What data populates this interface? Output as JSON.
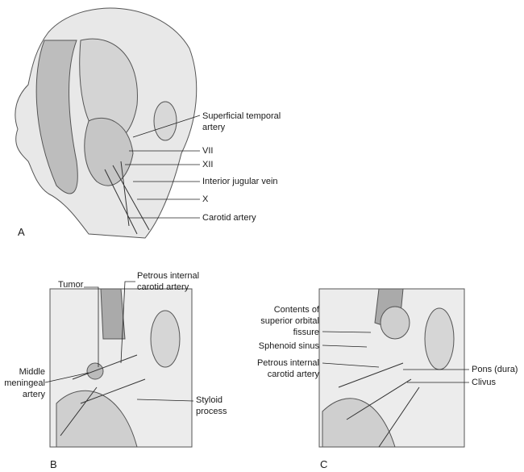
{
  "panels": {
    "a": {
      "letter": "A",
      "labels": {
        "sta_1": "Superficial temporal",
        "sta_2": "artery",
        "vii": "VII",
        "xii": "XII",
        "ijv": "Interior jugular vein",
        "x": "X",
        "carotid": "Carotid artery"
      }
    },
    "b": {
      "letter": "B",
      "labels": {
        "tumor": "Tumor",
        "pica_1": "Petrous internal",
        "pica_2": "carotid artery",
        "mma_1": "Middle",
        "mma_2": "meningeal",
        "mma_3": "artery",
        "styloid_1": "Styloid",
        "styloid_2": "process"
      }
    },
    "c": {
      "letter": "C",
      "labels": {
        "sof_1": "Contents of",
        "sof_2": "superior orbital",
        "sof_3": "fissure",
        "sphenoid": "Sphenoid sinus",
        "pica_1": "Petrous internal",
        "pica_2": "carotid artery",
        "pons": "Pons (dura)",
        "clivus": "Clivus"
      }
    }
  }
}
